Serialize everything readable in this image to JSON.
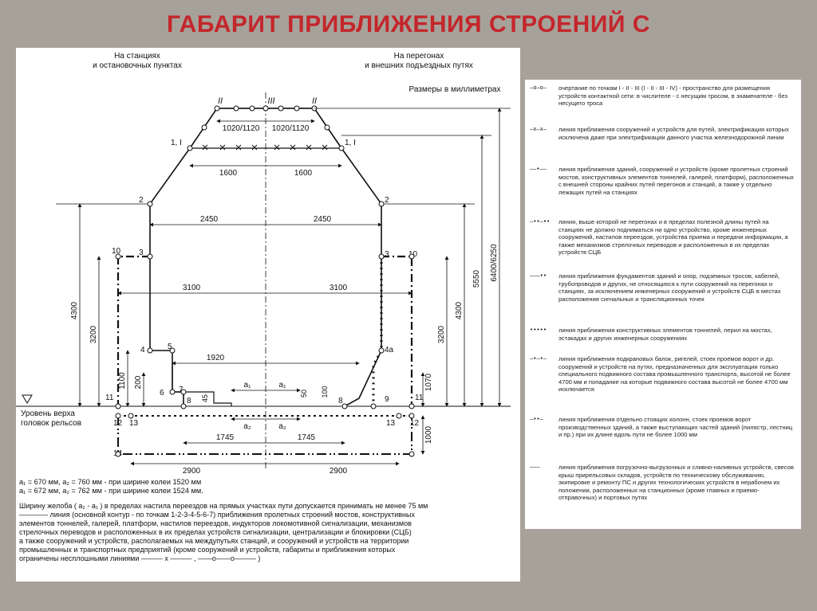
{
  "title": "ГАБАРИТ ПРИБЛИЖЕНИЯ СТРОЕНИЙ С",
  "diagram": {
    "left_header": [
      "На станциях",
      "и остановочных пунктах"
    ],
    "right_header": [
      "На перегонах",
      "и внешних подъездных путях"
    ],
    "units": "Размеры в миллиметрах",
    "rail_level": [
      "Уровень верха",
      "головок рельсов"
    ],
    "points": {
      "p1_left": "1, I",
      "p1_right": "1, I",
      "p2": "2",
      "p3": "3",
      "p4": "4",
      "p4a": "4а",
      "p5": "5",
      "p6": "6",
      "p7": "7",
      "p8": "8",
      "p9": "9",
      "p10": "10",
      "p11": "11",
      "p12": "12",
      "p13": "13",
      "p14": "14",
      "pII": "II",
      "pIII": "III"
    },
    "dims": {
      "d1020_left": "1020/1120",
      "d1020_right": "1020/1120",
      "d1600": "1600",
      "d2450": "2450",
      "d3100": "3100",
      "d1920": "1920",
      "d1745": "1745",
      "d2900": "2900",
      "d4300": "4300",
      "d3200": "3200",
      "d1100": "1100",
      "d200": "200",
      "d45": "45",
      "d50": "50",
      "d100": "100",
      "d1070": "1070",
      "d1000": "1000",
      "d5550": "5550",
      "d6400": "6400/6250",
      "a1": "a₁",
      "a2": "a₂"
    }
  },
  "notes": {
    "a_values_1": "a₁ = 670 мм, a₂ = 760 мм - при ширине колеи 1520 мм",
    "a_values_2": "a₁ = 672 мм, a₂ = 762 мм - при ширине колеи 1524 мм.",
    "paragraph": [
      "Ширину желоба ( a₂ - a₁ ) в пределах настила переездов на прямых участках пути допускается принимать не менее 75 мм",
      "———— линия (основной контур - по точкам 1-2-3-4-5-6-7) приближения пролетных строений мостов, конструктивных",
      "элементов тоннелей, галерей, платформ, настилов переездов, индукторов локомотивной сигнализации, механизмов",
      "стрелочных переводов и расположенных в их пределах устройств сигнализации, централизации и блокировки (СЦБ)",
      "а также сооружений и устройств, располагаемых на междупутьях станций, и сооружений и устройств на территории",
      "промышленных и транспортных предприятий (кроме сооружений и устройств, габариты и приближения которых",
      "ограничены несплошными линиями ——— x ——— , ——o——o——— )"
    ]
  },
  "legend": [
    {
      "symbol": "—o—o—",
      "text": "очертание по точкам I - II - III (I - II - III - IV) - пространство для размещения устройств контактной сети: в числителе - с несущим тросом, в знаменателе - без несущего троса"
    },
    {
      "symbol": "—x—x—",
      "text": "линия приближения сооружений и устройств для путей, электрификация которых исключена даже при электрификации данного участка железнодорожной линии"
    },
    {
      "symbol": "——•——",
      "text": "линия приближения зданий, сооружений и устройств (кроме пролетных строений мостов, конструктивных элементов тоннелей, галерей, платформ), расположенных с внешней стороны крайних путей перегонов и станций, а также у отдельно лежащих путей на станциях"
    },
    {
      "symbol": "—••—••",
      "text": "линия, выше которой не перегонах и в пределах полезной длины путей на станциях не должно подниматься ни одно устройство, кроме инженерных сооружений, настилов переездов, устройства приема и передачи информации, а также механизмов стрелочных переводов и расположенных в их пределах устройств СЦБ"
    },
    {
      "symbol": "———••",
      "text": "линия приближения фундаментов зданий и опор, подземных тросов, кабелей, трубопроводов и других, не относящихся к пути сооружений на перегонах и станциях, за исключением инженерных сооружений и устройств СЦБ в местах расположения сигнальных и трансляционных точек"
    },
    {
      "symbol": "•••••",
      "text": "линия приближения конструктивных элементов тоннелей, перил на мостах, эстакадах и других инженерных сооружениях"
    },
    {
      "symbol": "—•—•—",
      "text": "линия приближения подкрановых балок, ригелей, стоек проемов ворот и др. сооружений и устройств на путях, предназначенных для эксплуатации только специального подвижного состава промышленного транспорта, высотой не более 4700 мм и попадание на которые подвижного состава высотой не более 4700 мм исключается"
    },
    {
      "symbol": "—••—",
      "text": "линия приближения отдельно стоящих колонн, стоек проемов ворот производственных зданий, а также выступающих частей зданий (пилястр, лестниц и пр.) при их длине вдоль пути не более 1000 мм"
    },
    {
      "symbol": "———",
      "text": "линия приближения погрузочно-выгрузочных и сливно-наливных устройств, свесов крыш прирельсовых складов, устройств по техническому обслуживанию, экипировке и ремонту ПС и других технологических устройств в нерабочем их положении, расположенных на станционных (кроме главных и приемо-отправочных) и портовых путях"
    }
  ]
}
